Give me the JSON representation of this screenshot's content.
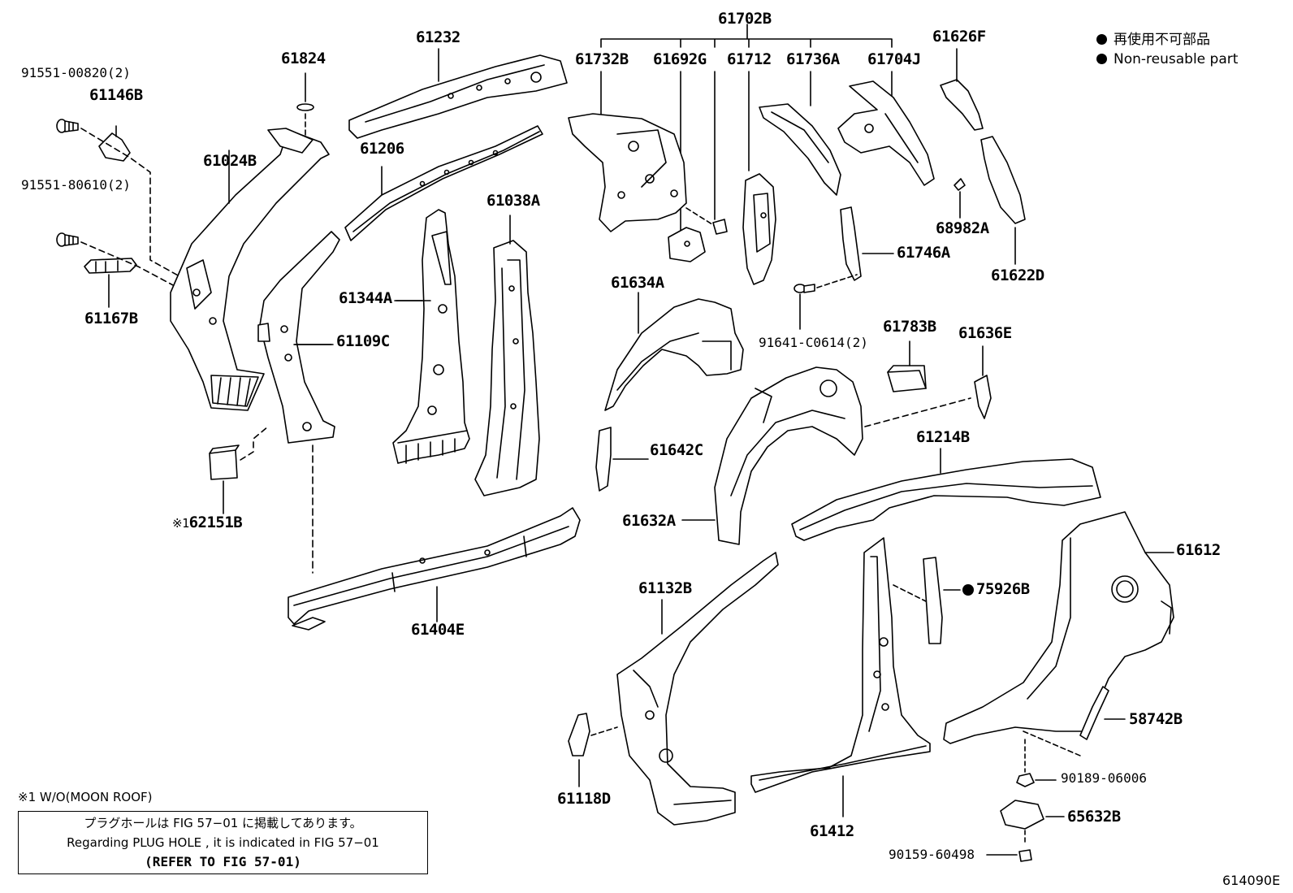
{
  "legend": {
    "ja": "再使用不可部品",
    "en": "Non-reusable part"
  },
  "parts": {
    "p91551_00820": "91551-00820(2)",
    "p61146B": "61146B",
    "p91551_80610": "91551-80610(2)",
    "p61167B": "61167B",
    "p61824": "61824",
    "p61024B": "61024B",
    "p61232": "61232",
    "p61206": "61206",
    "p61109C": "61109C",
    "p61344A": "61344A",
    "p61038A": "61038A",
    "p62151B": "62151B",
    "p62151B_mark": "※1",
    "p61404E": "61404E",
    "p61702B": "61702B",
    "p61732B": "61732B",
    "p61692G": "61692G",
    "p61712": "61712",
    "p61736A": "61736A",
    "p61704J": "61704J",
    "p61626F": "61626F",
    "p68982A": "68982A",
    "p61622D": "61622D",
    "p61746A": "61746A",
    "p91641_C0614": "91641-C0614(2)",
    "p61634A": "61634A",
    "p61783B": "61783B",
    "p61636E": "61636E",
    "p61642C": "61642C",
    "p61214B": "61214B",
    "p61632A": "61632A",
    "p61612": "61612",
    "p61132B": "61132B",
    "p75926B": "75926B",
    "p58742B": "58742B",
    "p90189_06006": "90189-06006",
    "p65632B": "65632B",
    "p90159_60498": "90159-60498",
    "p61118D": "61118D",
    "p61412": "61412"
  },
  "footnote": "※1 W/O(MOON ROOF)",
  "note": {
    "line1": "プラグホールは FIG 57−01 に掲載してあります。",
    "line2": "Regarding  PLUG  HOLE , it is indicated in FIG  57−01",
    "line3": "(REFER TO FIG 57-01)"
  },
  "figure_id": "614090E"
}
